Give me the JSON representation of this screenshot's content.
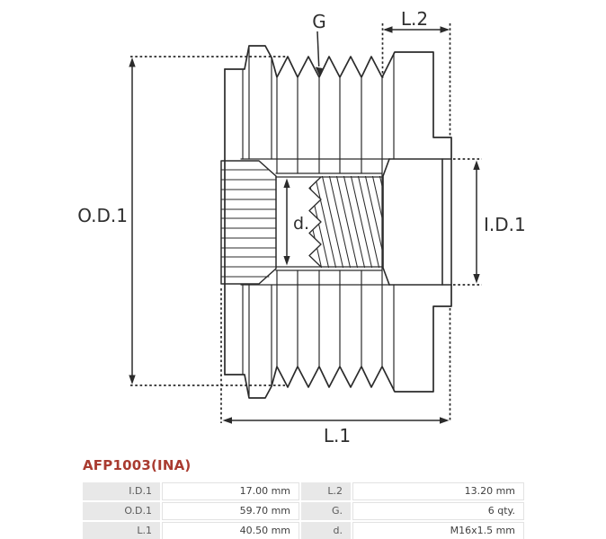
{
  "part": {
    "code": "AFP1003(INA)"
  },
  "colors": {
    "accent_red": "#a93b30",
    "line": "#2b2b2b",
    "label_cell_bg": "#e8e8e8"
  },
  "diagram": {
    "labels": {
      "od1": "O.D.1",
      "id1": "I.D.1",
      "l1": "L.1",
      "l2": "L.2",
      "g": "G",
      "d": "d."
    }
  },
  "table": {
    "rows": [
      {
        "c0": "I.D.1",
        "v0": "17.00 mm",
        "c1": "L.2",
        "v1": "13.20 mm"
      },
      {
        "c0": "O.D.1",
        "v0": "59.70 mm",
        "c1": "G.",
        "v1": "6 qty."
      },
      {
        "c0": "L.1",
        "v0": "40.50 mm",
        "c1": "d.",
        "v1": "M16x1.5 mm"
      }
    ]
  }
}
